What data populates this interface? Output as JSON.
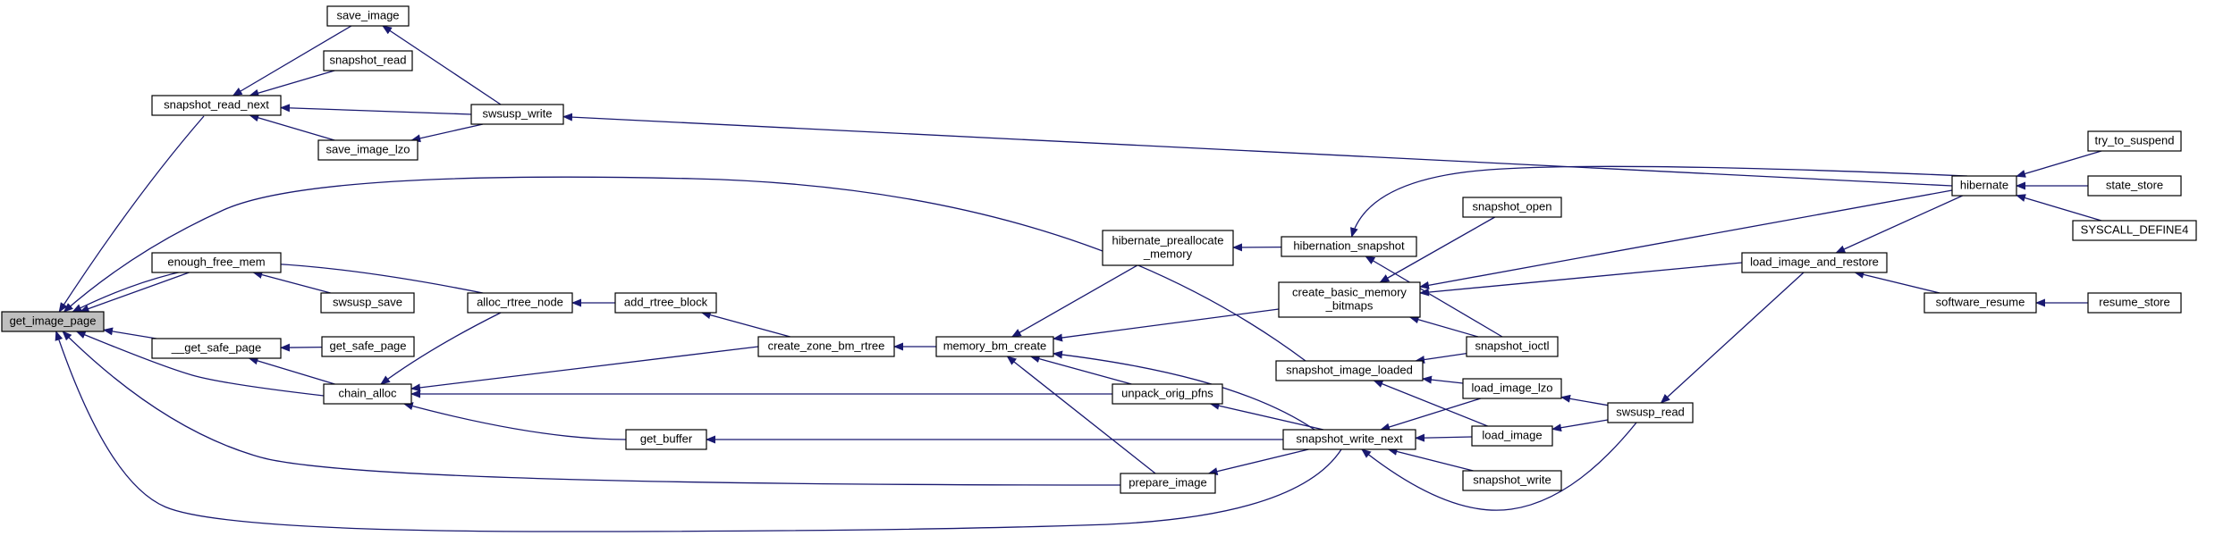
{
  "graph": {
    "edge_color": "#191970",
    "root_fill": "#bfbfbf",
    "nodes": {
      "get_image_page": {
        "label": "get_image_page"
      },
      "snapshot_read_next": {
        "label": "snapshot_read_next"
      },
      "enough_free_mem": {
        "label": "enough_free_mem"
      },
      "__get_safe_page": {
        "label": "__get_safe_page"
      },
      "chain_alloc": {
        "label": "chain_alloc"
      },
      "save_image": {
        "label": "save_image"
      },
      "snapshot_read": {
        "label": "snapshot_read"
      },
      "save_image_lzo": {
        "label": "save_image_lzo"
      },
      "swsusp_write": {
        "label": "swsusp_write"
      },
      "swsusp_save": {
        "label": "swsusp_save"
      },
      "get_safe_page": {
        "label": "get_safe_page"
      },
      "alloc_rtree_node": {
        "label": "alloc_rtree_node"
      },
      "add_rtree_block": {
        "label": "add_rtree_block"
      },
      "create_zone_bm_rtree": {
        "label": "create_zone_bm_rtree"
      },
      "get_buffer": {
        "label": "get_buffer"
      },
      "memory_bm_create": {
        "label": "memory_bm_create"
      },
      "hibernate_preallocate_memory": {
        "label": [
          "hibernate_preallocate",
          "_memory"
        ]
      },
      "unpack_orig_pfns": {
        "label": "unpack_orig_pfns"
      },
      "prepare_image": {
        "label": "prepare_image"
      },
      "hibernation_snapshot": {
        "label": "hibernation_snapshot"
      },
      "create_basic_memory_bitmaps": {
        "label": [
          "create_basic_memory",
          "_bitmaps"
        ]
      },
      "snapshot_image_loaded": {
        "label": "snapshot_image_loaded"
      },
      "snapshot_write_next": {
        "label": "snapshot_write_next"
      },
      "snapshot_open": {
        "label": "snapshot_open"
      },
      "snapshot_ioctl": {
        "label": "snapshot_ioctl"
      },
      "load_image_lzo": {
        "label": "load_image_lzo"
      },
      "load_image": {
        "label": "load_image"
      },
      "snapshot_write": {
        "label": "snapshot_write"
      },
      "swsusp_read": {
        "label": "swsusp_read"
      },
      "load_image_and_restore": {
        "label": "load_image_and_restore"
      },
      "software_resume": {
        "label": "software_resume"
      },
      "resume_store": {
        "label": "resume_store"
      },
      "hibernate": {
        "label": "hibernate"
      },
      "try_to_suspend": {
        "label": "try_to_suspend"
      },
      "state_store": {
        "label": "state_store"
      },
      "SYSCALL_DEFINE4": {
        "label": "SYSCALL_DEFINE4"
      }
    },
    "edges": [
      [
        "snapshot_read_next",
        "get_image_page"
      ],
      [
        "enough_free_mem",
        "get_image_page"
      ],
      [
        "__get_safe_page",
        "get_image_page"
      ],
      [
        "chain_alloc",
        "get_image_page"
      ],
      [
        "alloc_rtree_node",
        "get_image_page"
      ],
      [
        "snapshot_image_loaded",
        "get_image_page"
      ],
      [
        "prepare_image",
        "get_image_page"
      ],
      [
        "snapshot_write_next",
        "get_image_page"
      ],
      [
        "save_image",
        "snapshot_read_next"
      ],
      [
        "snapshot_read",
        "snapshot_read_next"
      ],
      [
        "save_image_lzo",
        "snapshot_read_next"
      ],
      [
        "swsusp_write",
        "snapshot_read_next"
      ],
      [
        "swsusp_write",
        "save_image"
      ],
      [
        "swsusp_write",
        "save_image_lzo"
      ],
      [
        "hibernate",
        "swsusp_write"
      ],
      [
        "swsusp_save",
        "enough_free_mem"
      ],
      [
        "get_safe_page",
        "__get_safe_page"
      ],
      [
        "chain_alloc",
        "__get_safe_page"
      ],
      [
        "alloc_rtree_node",
        "chain_alloc"
      ],
      [
        "create_zone_bm_rtree",
        "chain_alloc"
      ],
      [
        "unpack_orig_pfns",
        "chain_alloc"
      ],
      [
        "get_buffer",
        "chain_alloc"
      ],
      [
        "add_rtree_block",
        "alloc_rtree_node"
      ],
      [
        "create_zone_bm_rtree",
        "add_rtree_block"
      ],
      [
        "memory_bm_create",
        "create_zone_bm_rtree"
      ],
      [
        "snapshot_write_next",
        "get_buffer"
      ],
      [
        "hibernate_preallocate_memory",
        "memory_bm_create"
      ],
      [
        "create_basic_memory_bitmaps",
        "memory_bm_create"
      ],
      [
        "unpack_orig_pfns",
        "memory_bm_create"
      ],
      [
        "prepare_image",
        "memory_bm_create"
      ],
      [
        "snapshot_write_next",
        "memory_bm_create"
      ],
      [
        "hibernation_snapshot",
        "hibernate_preallocate_memory"
      ],
      [
        "snapshot_write_next",
        "unpack_orig_pfns"
      ],
      [
        "snapshot_write_next",
        "prepare_image"
      ],
      [
        "hibernate",
        "hibernation_snapshot"
      ],
      [
        "snapshot_ioctl",
        "hibernation_snapshot"
      ],
      [
        "snapshot_open",
        "create_basic_memory_bitmaps"
      ],
      [
        "snapshot_ioctl",
        "create_basic_memory_bitmaps"
      ],
      [
        "hibernate",
        "create_basic_memory_bitmaps"
      ],
      [
        "load_image_and_restore",
        "create_basic_memory_bitmaps"
      ],
      [
        "snapshot_ioctl",
        "snapshot_image_loaded"
      ],
      [
        "load_image_lzo",
        "snapshot_image_loaded"
      ],
      [
        "load_image",
        "snapshot_image_loaded"
      ],
      [
        "load_image_lzo",
        "snapshot_write_next"
      ],
      [
        "load_image",
        "snapshot_write_next"
      ],
      [
        "snapshot_write",
        "snapshot_write_next"
      ],
      [
        "swsusp_read",
        "snapshot_write_next"
      ],
      [
        "swsusp_read",
        "load_image_lzo"
      ],
      [
        "swsusp_read",
        "load_image"
      ],
      [
        "load_image_and_restore",
        "swsusp_read"
      ],
      [
        "hibernate",
        "load_image_and_restore"
      ],
      [
        "software_resume",
        "load_image_and_restore"
      ],
      [
        "resume_store",
        "software_resume"
      ],
      [
        "try_to_suspend",
        "hibernate"
      ],
      [
        "state_store",
        "hibernate"
      ],
      [
        "SYSCALL_DEFINE4",
        "hibernate"
      ]
    ]
  }
}
